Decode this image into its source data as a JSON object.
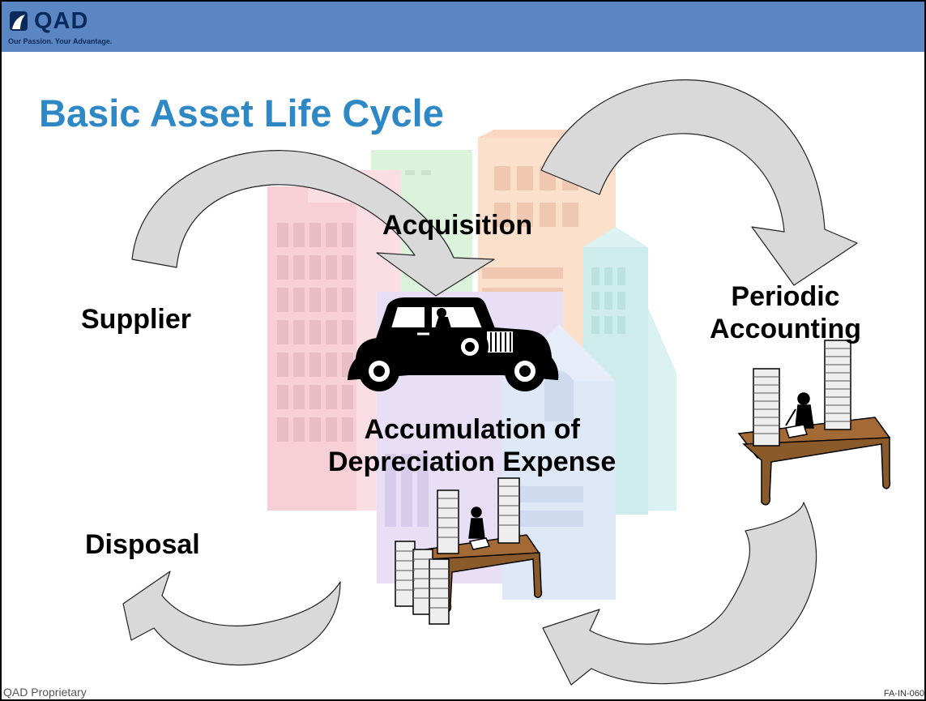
{
  "header": {
    "logo_text": "QAD",
    "logo_tagline": "Our Passion. Your Advantage."
  },
  "title": "Basic Asset Life Cycle",
  "labels": {
    "acquisition": "Acquisition",
    "supplier": "Supplier",
    "periodic": [
      "Periodic",
      "Accounting"
    ],
    "accumulation": [
      "Accumulation of",
      "Depreciation Expense"
    ],
    "disposal": "Disposal"
  },
  "footer": {
    "left": "QAD Proprietary",
    "right": "FA-IN-060"
  },
  "colors": {
    "header_bar": "#5b86c4",
    "title": "#2e88c6",
    "arrow_fill": "#d9d9d9",
    "desk": "#8b5a2b"
  }
}
